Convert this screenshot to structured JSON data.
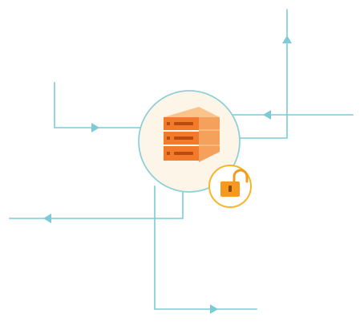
{
  "illustration": {
    "subject": "server-unlocked-network",
    "icons": [
      "server-stack-icon",
      "unlocked-padlock-icon"
    ],
    "flow_lines": [
      {
        "id": "top-right-out",
        "direction": "up"
      },
      {
        "id": "right-in",
        "direction": "left"
      },
      {
        "id": "left-in",
        "direction": "right"
      },
      {
        "id": "bottom-left-out",
        "direction": "left"
      },
      {
        "id": "bottom-out",
        "direction": "right"
      }
    ]
  },
  "colors": {
    "line": "#7ccbd6",
    "circle_fill": "#fdf6e8",
    "circle_stroke": "#8fd0d8",
    "server_front": "#f37a2b",
    "server_side": "#f5a15c",
    "server_top": "#fbc38a",
    "server_slot": "#b94a10",
    "lock_ring": "#f7b529",
    "lock_body": "#f59a1e",
    "lock_shackle": "#f39a1f"
  }
}
